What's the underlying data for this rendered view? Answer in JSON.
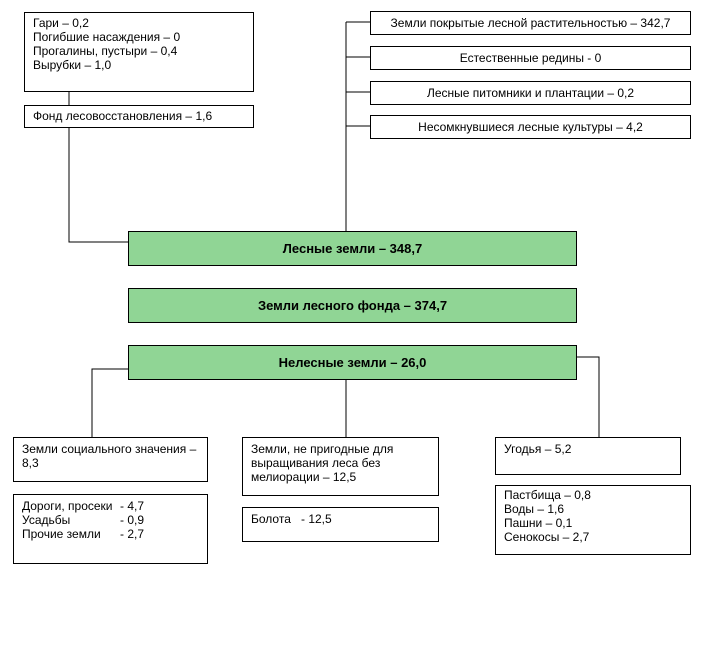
{
  "colors": {
    "main_boxes": "#90d595",
    "lines": "#000000"
  },
  "top_left": {
    "lines": [
      "Гари – 0,2",
      "Погибшие насаждения – 0",
      "Прогалины, пустыри – 0,4",
      "Вырубки – 1,0"
    ],
    "fund": "Фонд лесовосстановления – 1,6"
  },
  "top_right": [
    "Земли покрытые лесной растительностью – 342,7",
    "Естественные редины - 0",
    "Лесные питомники и плантации – 0,2",
    "Несомкнувшиеся лесные культуры – 4,2"
  ],
  "main": {
    "forest_lands": "Лесные земли – 348,7",
    "fund_lands": "Земли лесного фонда – 374,7",
    "nonforest_lands": "Нелесные земли – 26,0"
  },
  "bottom": {
    "social": {
      "title": "Земли социального значения – 8,3",
      "items": [
        {
          "label": "Дороги, просеки",
          "value": "- 4,7"
        },
        {
          "label": "Усадьбы",
          "value": "- 0,9"
        },
        {
          "label": "Прочие земли",
          "value": "- 2,7"
        }
      ]
    },
    "unsuitable": {
      "title": "Земли, не пригодные для выращивания леса без мелиорации – 12,5",
      "items": [
        {
          "label": "Болота",
          "value": "- 12,5"
        }
      ]
    },
    "agri": {
      "title": "Угодья – 5,2",
      "items": [
        "Пастбища – 0,8",
        "Воды – 1,6",
        "Пашни – 0,1",
        "Сенокосы – 2,7"
      ]
    }
  }
}
